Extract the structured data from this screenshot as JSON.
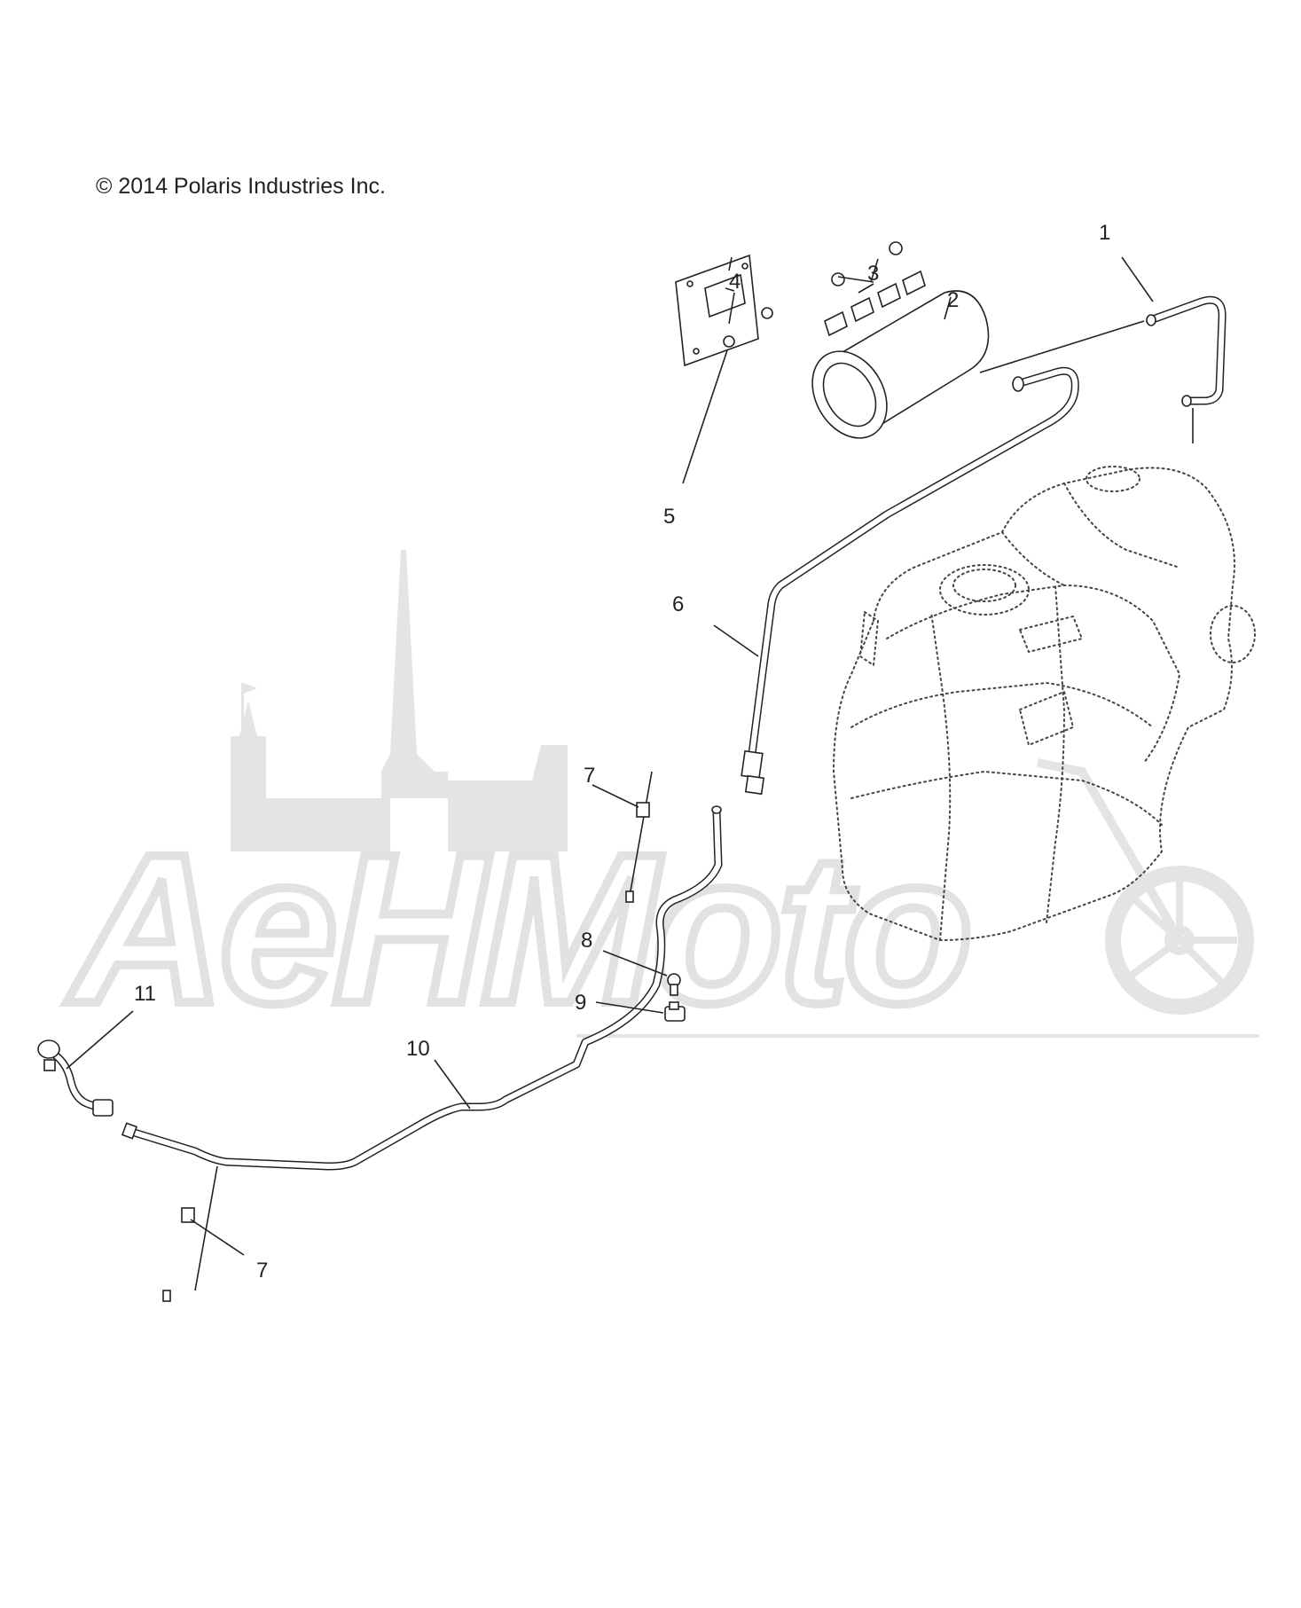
{
  "copyright": "© 2014 Polaris Industries Inc.",
  "callouts": [
    {
      "id": "1",
      "text": "1"
    },
    {
      "id": "2",
      "text": "2"
    },
    {
      "id": "3",
      "text": "3"
    },
    {
      "id": "4",
      "text": "4"
    },
    {
      "id": "5",
      "text": "5"
    },
    {
      "id": "6",
      "text": "6"
    },
    {
      "id": "7a",
      "text": "7"
    },
    {
      "id": "7b",
      "text": "7"
    },
    {
      "id": "8",
      "text": "8"
    },
    {
      "id": "9",
      "text": "9"
    },
    {
      "id": "10",
      "text": "10"
    },
    {
      "id": "11",
      "text": "11"
    }
  ],
  "watermark": {
    "text": "AeHMoto",
    "color": "#e4e4e4"
  }
}
